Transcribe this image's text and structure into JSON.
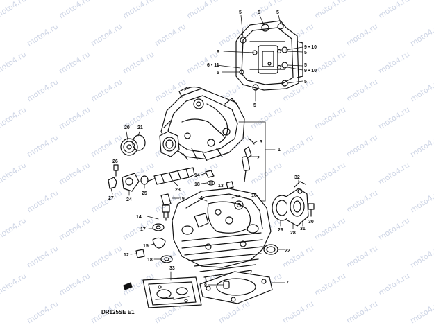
{
  "watermark": {
    "text": "moto4.ru"
  },
  "diagram": {
    "code": "DR125SE E1",
    "callouts": {
      "c1": "1",
      "c2": "2",
      "c3": "3",
      "c4": "4",
      "c5": "5",
      "c6": "6",
      "c6_11": "6 • 11",
      "c7": "7",
      "c8": "8",
      "c9_10": "9 • 10",
      "c11": "11",
      "c12": "12",
      "c13": "13",
      "c14": "14",
      "c15": "15",
      "c16": "16",
      "c17": "17",
      "c18": "18",
      "c19": "19",
      "c20": "20",
      "c21": "21",
      "c22": "22",
      "c23": "23",
      "c24": "24",
      "c25": "25",
      "c26": "26",
      "c27": "27",
      "c28": "28",
      "c29": "29",
      "c30": "30",
      "c31": "31",
      "c32": "32",
      "c33": "33"
    }
  }
}
